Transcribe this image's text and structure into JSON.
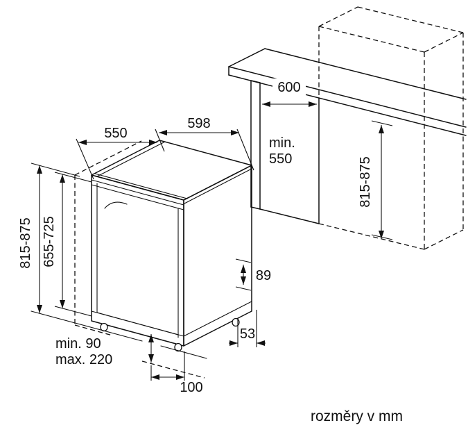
{
  "caption": "rozměry v mm",
  "labels": {
    "top_depth": "550",
    "top_width": "598",
    "niche_width": "600",
    "niche_depth_l1": "min.",
    "niche_depth_l2": "550",
    "height_total": "815-875",
    "door_height": "655-725",
    "niche_height": "815-875",
    "detail_89": "89",
    "detail_53": "53",
    "plinth_min": "min. 90",
    "plinth_max": "max. 220",
    "foot_offset": "100"
  },
  "colors": {
    "line": "#111111",
    "background": "#ffffff"
  }
}
